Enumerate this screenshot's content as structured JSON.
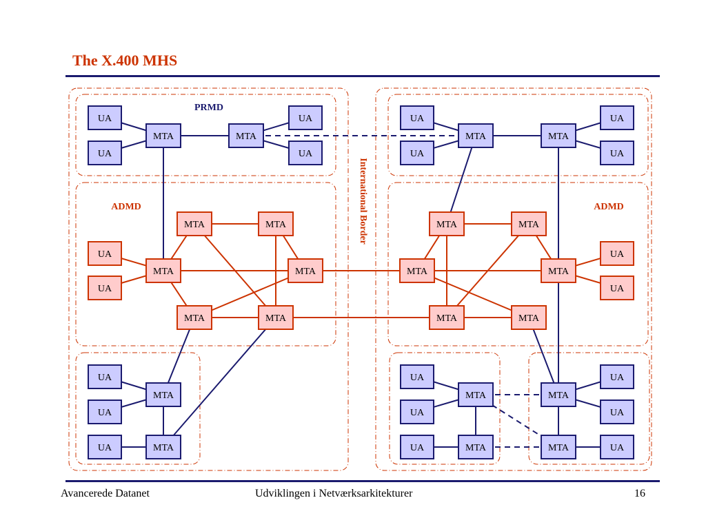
{
  "title": "The X.400 MHS",
  "labels": {
    "prmd": "PRMD",
    "admd_left": "ADMD",
    "admd_right": "ADMD",
    "border": "International Border"
  },
  "node_text": {
    "ua": "UA",
    "mta": "MTA"
  },
  "colors": {
    "blue_fill": "#ccccff",
    "blue_line": "#1a1a6e",
    "red_fill": "#ffcccc",
    "red_line": "#cc3300",
    "title": "#cc3300",
    "region_border": "#cc3300"
  },
  "footer": {
    "left": "Avancerede Datanet",
    "center": "Udviklingen i Netværksarkitekturer",
    "page": "16"
  }
}
